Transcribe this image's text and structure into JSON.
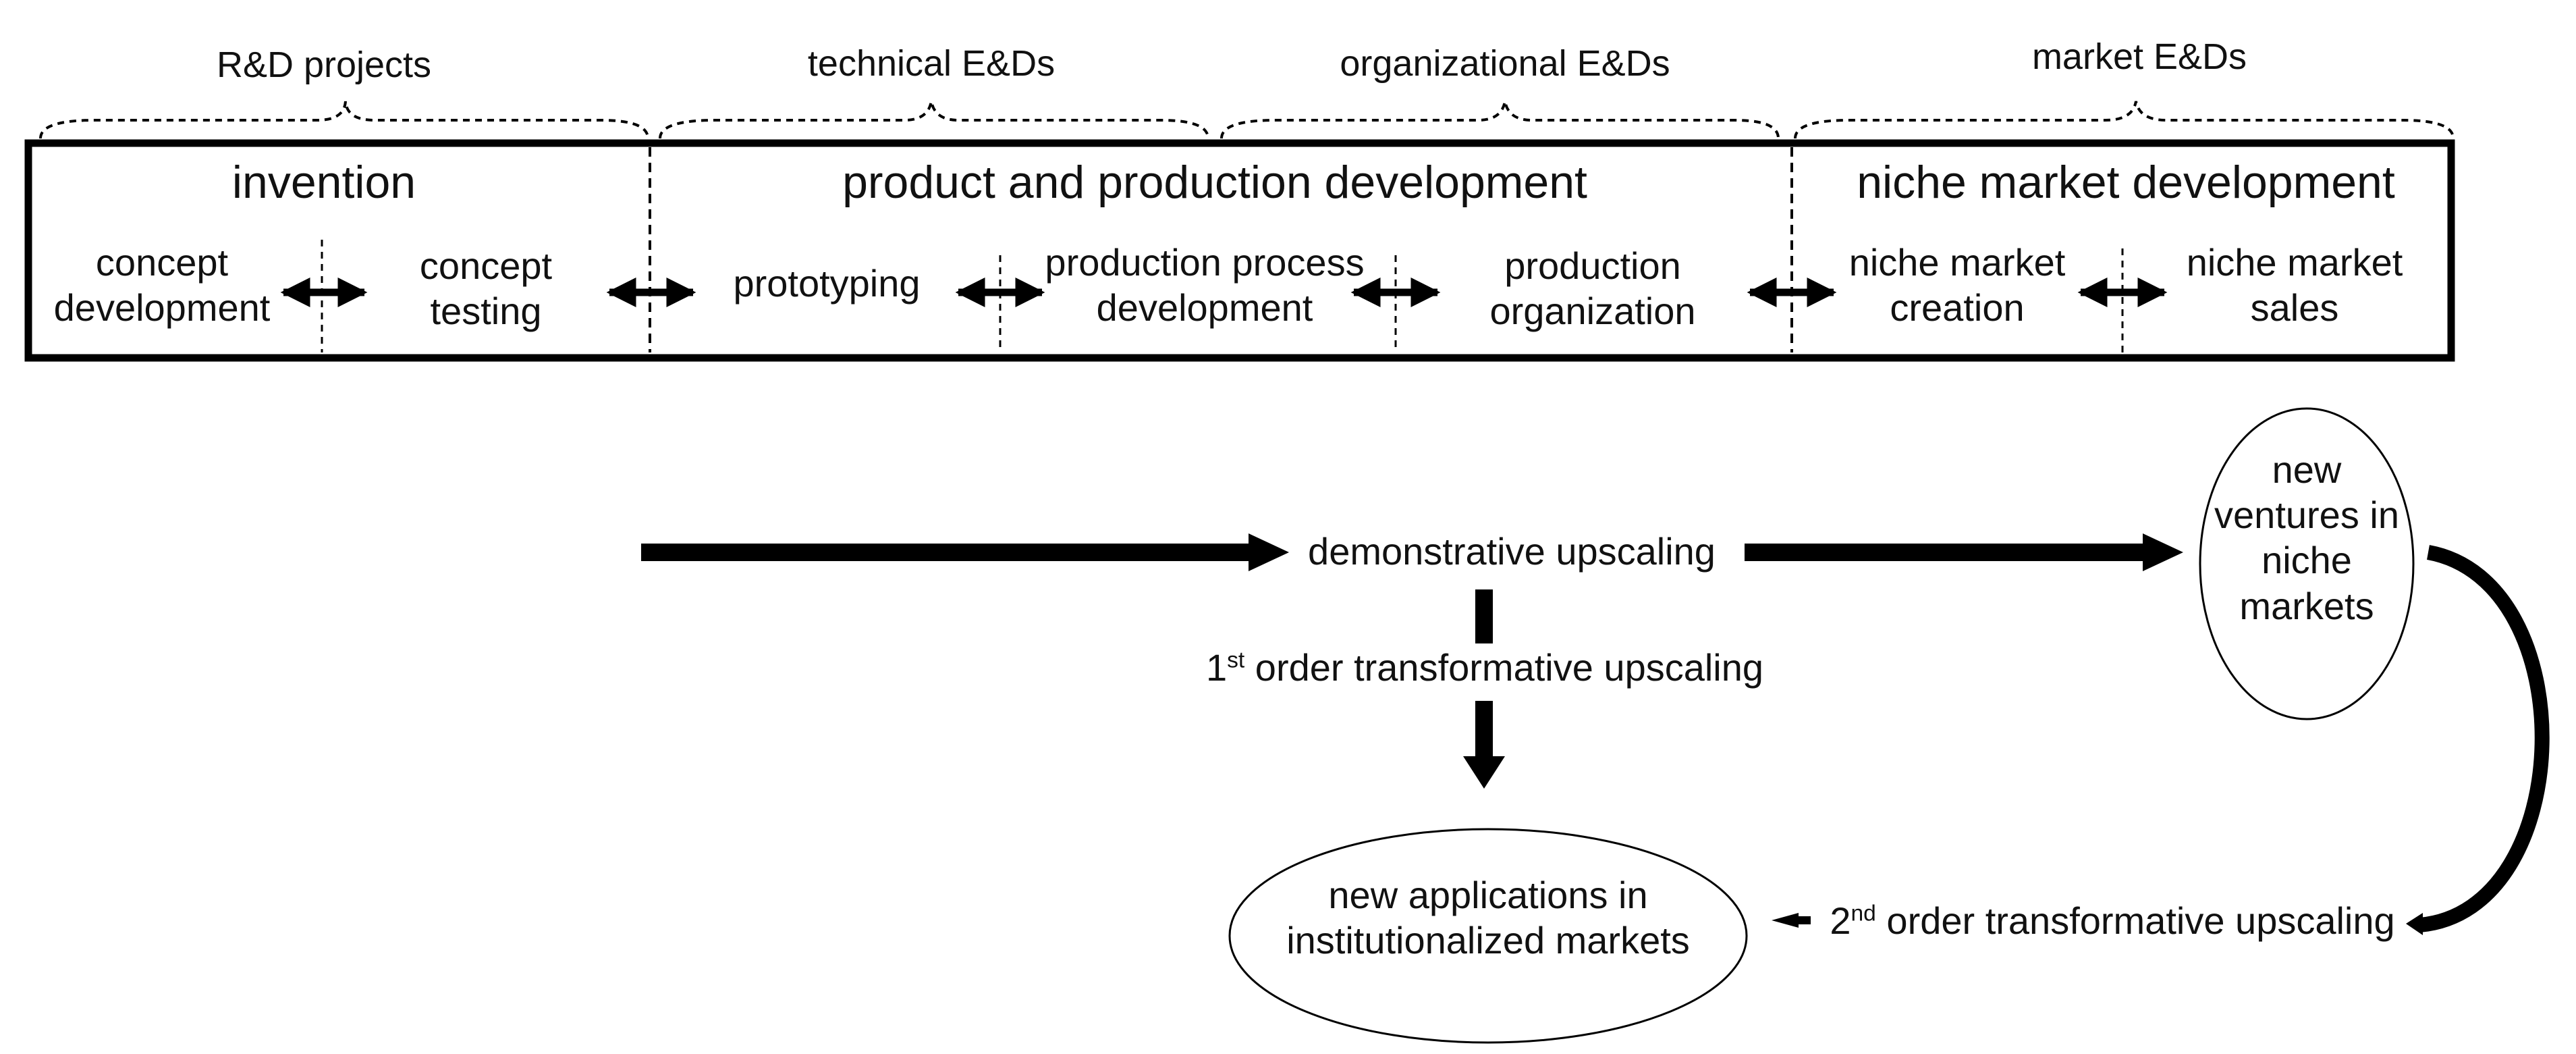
{
  "categories": {
    "rd": "R&D projects",
    "technical": "technical E&Ds",
    "organizational": "organizational E&Ds",
    "market": "market E&Ds"
  },
  "phases": {
    "invention": "invention",
    "product": "product and production development",
    "niche": "niche market development"
  },
  "stages": {
    "concept_dev": [
      "concept",
      "development"
    ],
    "concept_test": [
      "concept",
      "testing"
    ],
    "prototyping": "prototyping",
    "process_dev": [
      "production process",
      "development"
    ],
    "prod_org": [
      "production",
      "organization"
    ],
    "niche_creation": [
      "niche market",
      "creation"
    ],
    "niche_sales": [
      "niche market",
      "sales"
    ]
  },
  "flow": {
    "demonstrative": "demonstrative upscaling",
    "first_order_prefix": "1",
    "first_order_sup": "st",
    "first_order_rest": " order transformative upscaling",
    "second_order_prefix": "2",
    "second_order_sup": "nd",
    "second_order_rest": " order transformative upscaling"
  },
  "nodes": {
    "ventures": [
      "new",
      "ventures in",
      "niche",
      "markets"
    ],
    "applications": [
      "new applications in",
      "institutionalized markets"
    ]
  },
  "colors": {
    "stroke": "#000000",
    "text": "#111111",
    "background": "#ffffff"
  }
}
